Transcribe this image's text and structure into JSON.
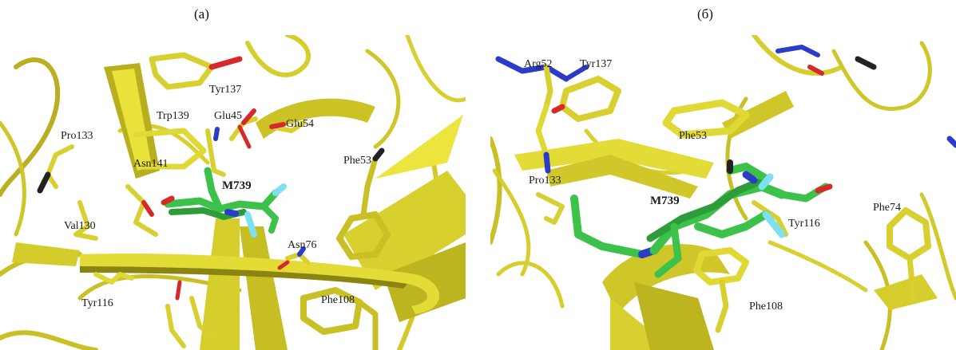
{
  "panel_a": {
    "caption": "(а)",
    "labels": {
      "tyr137": "Tyr137",
      "trp139": "Trp139",
      "glu45": "Glu45",
      "glu54": "Glu54",
      "pro133": "Pro133",
      "asn141": "Asn141",
      "m739": "M739",
      "phe53": "Phe53",
      "val130": "Val130",
      "asn76": "Asn76",
      "tyr116": "Tyr116",
      "phe108": "Phe108"
    }
  },
  "panel_b": {
    "caption": "(б)",
    "labels": {
      "arg52": "Arg52",
      "tyr137": "Tyr137",
      "phe53": "Phe53",
      "pro133": "Pro133",
      "m739": "M739",
      "tyr116": "Tyr116",
      "phe74": "Phe74",
      "phe108": "Phe108"
    }
  },
  "colors": {
    "protein": "#e8e03a",
    "protein_dark": "#8a8410",
    "ligand": "#3cc24a",
    "nitrogen": "#2a3cc8",
    "oxygen": "#d62a2a",
    "fluorine": "#7ee0f0"
  }
}
